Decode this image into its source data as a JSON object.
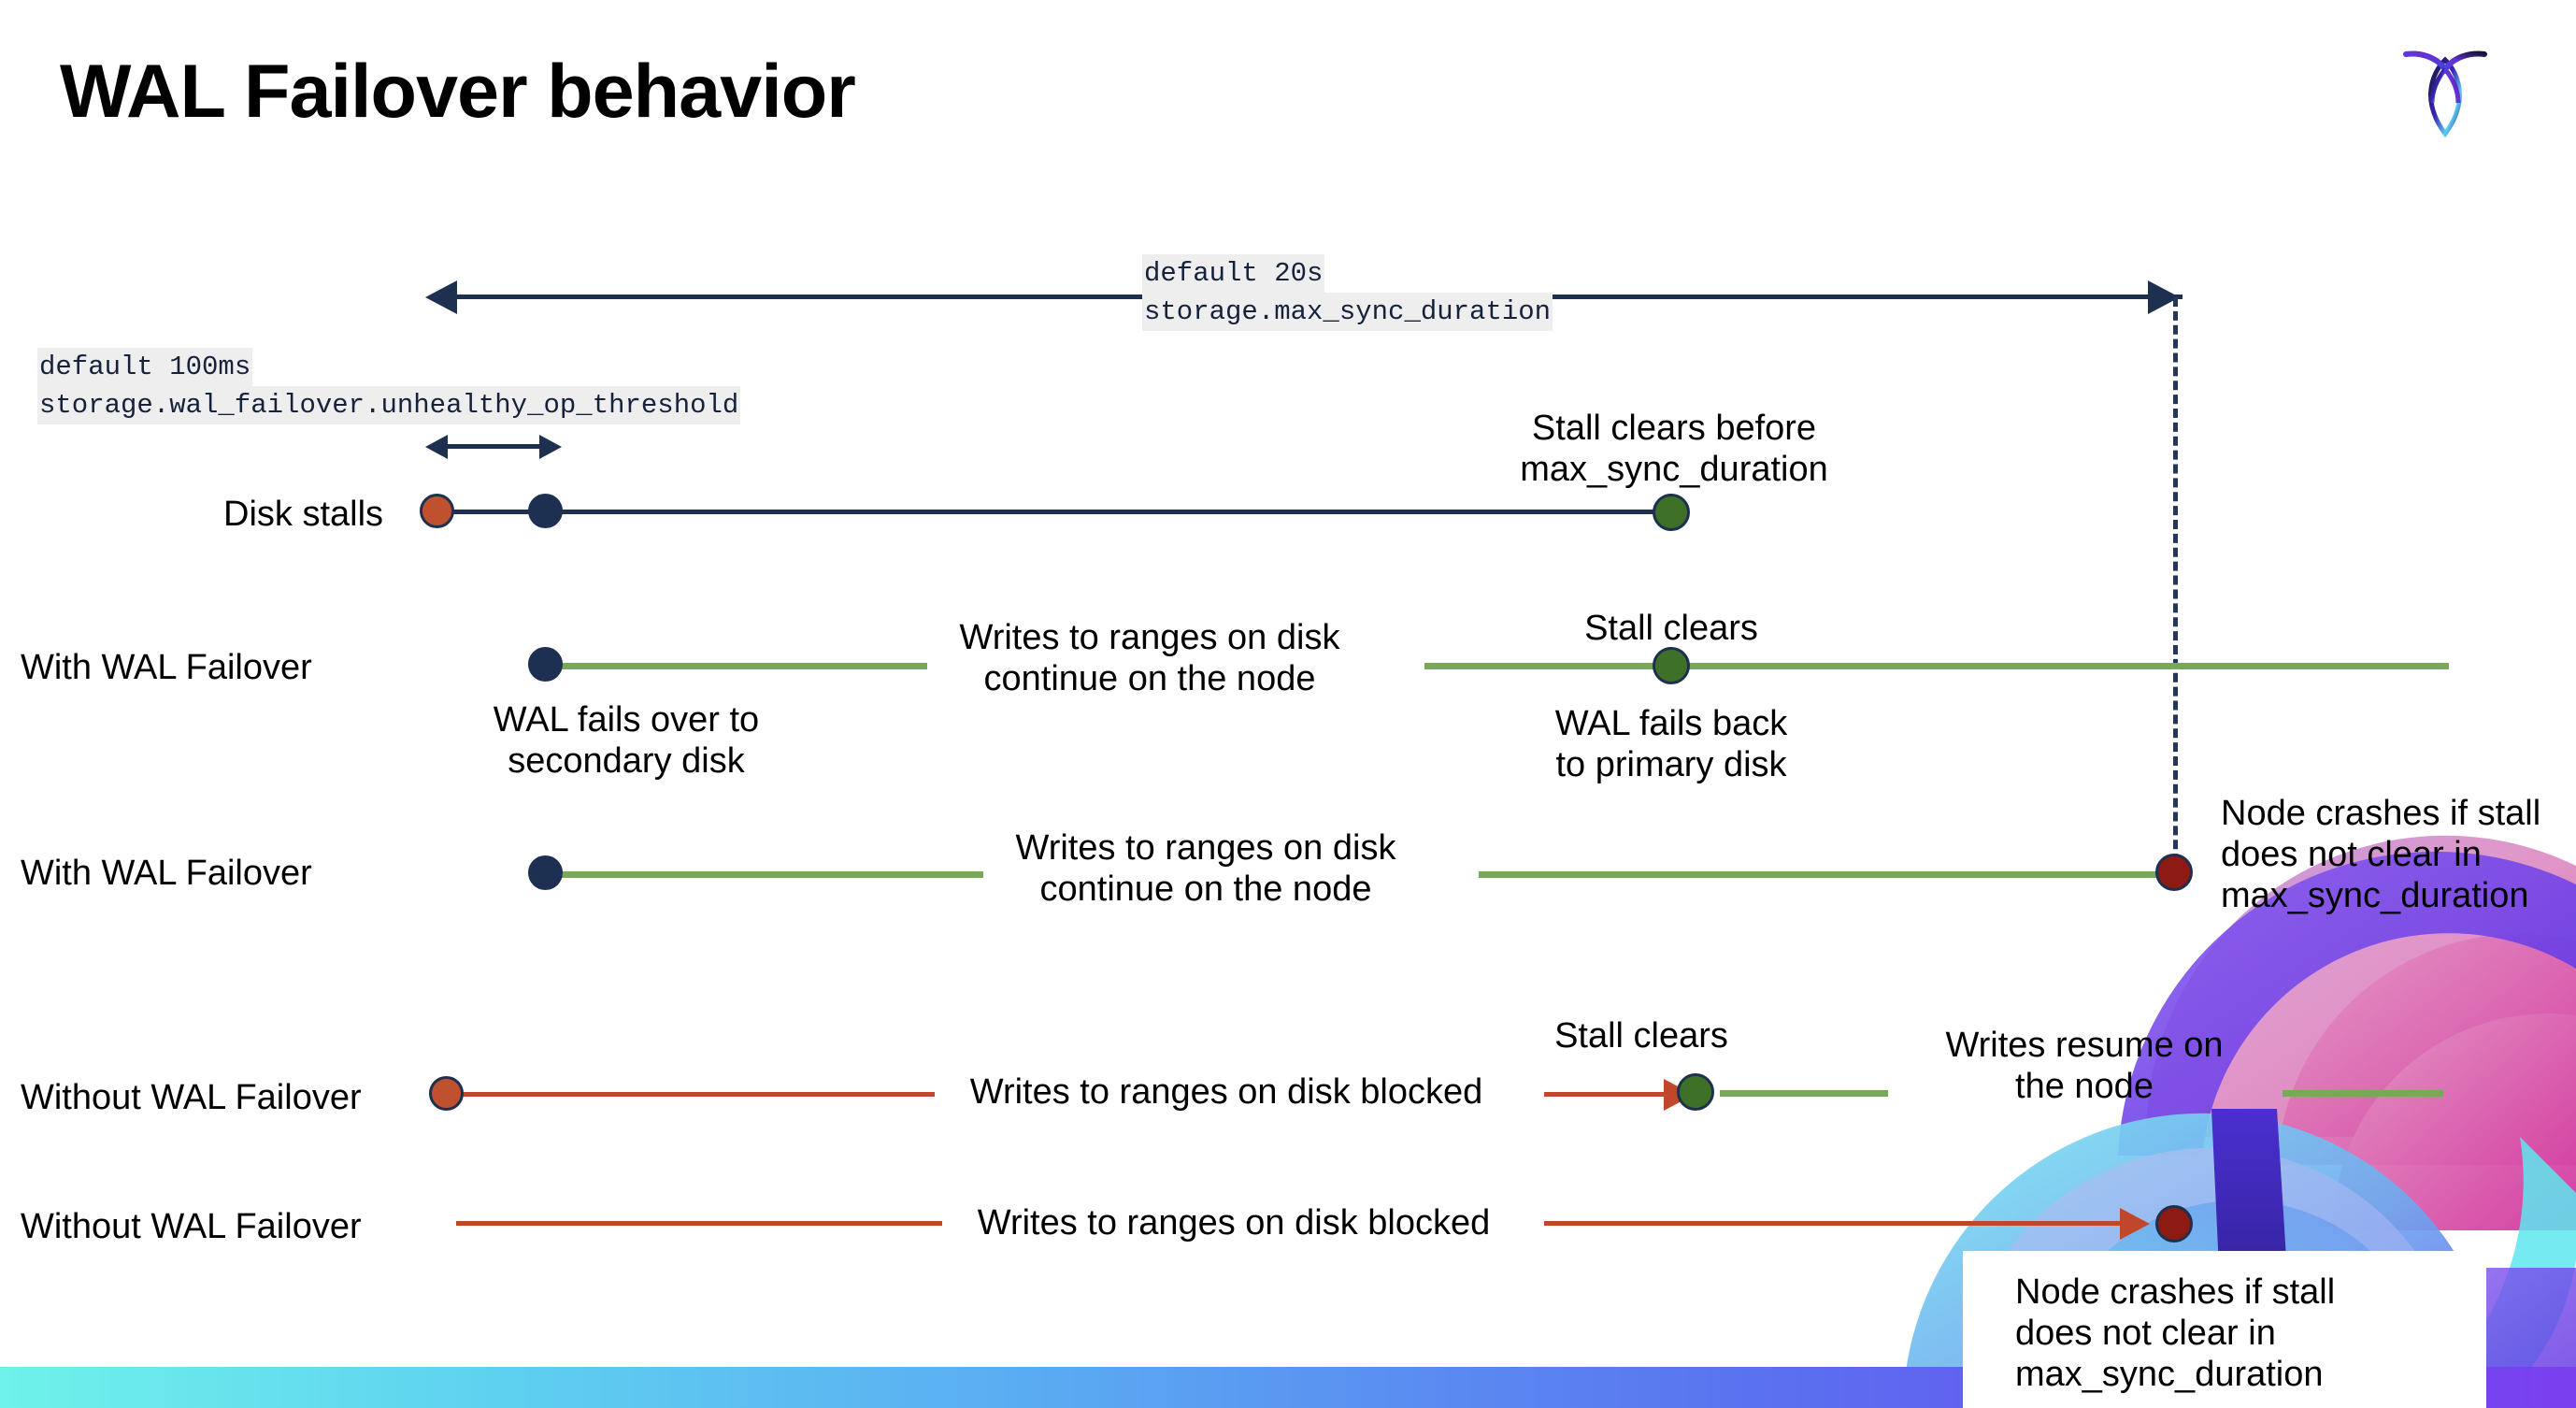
{
  "slide": {
    "title": "WAL Failover behavior",
    "logo_name": "cockroachdb-logo"
  },
  "settings": [
    {
      "id": "max-sync-duration",
      "default_line": "default 20s",
      "setting_line": "storage.max_sync_duration"
    },
    {
      "id": "unhealthy-op-threshold",
      "default_line": "default 100ms",
      "setting_line": "storage.wal_failover.unhealthy_op_threshold"
    }
  ],
  "rows": [
    {
      "id": "disk-stalls",
      "label": "Disk stalls",
      "note": "Stall clears before\nmax_sync_duration"
    },
    {
      "id": "with-wal-failover-clears",
      "label": "With WAL Failover",
      "note_start": "WAL fails over to\nsecondary disk",
      "note_mid": "Writes to ranges on disk\ncontinue on the node",
      "note_clear": "Stall clears",
      "note_end": "WAL fails  back\nto primary disk"
    },
    {
      "id": "with-wal-failover-crash",
      "label": "With WAL Failover",
      "note_mid": "Writes to ranges on disk\ncontinue on the node",
      "note_crash": "Node crashes if stall\ndoes not clear in\nmax_sync_duration"
    },
    {
      "id": "without-wal-failover-clears",
      "label": "Without WAL Failover",
      "note_mid": "Writes to ranges on disk  blocked",
      "note_clear": "Stall clears",
      "note_end": "Writes resume on\nthe node"
    },
    {
      "id": "without-wal-failover-crash",
      "label": "Without WAL Failover",
      "note_mid": "Writes to ranges on disk  blocked",
      "note_crash": "Node crashes if stall\ndoes not clear in\nmax_sync_duration"
    }
  ],
  "colors": {
    "navy": "#1e3050",
    "orange": "#c0512f",
    "green_dot": "#3e7028",
    "green_line": "#7aa859",
    "red_line": "#c0472c",
    "dark_red": "#8d1a13",
    "code_bg": "#eeeeee"
  }
}
